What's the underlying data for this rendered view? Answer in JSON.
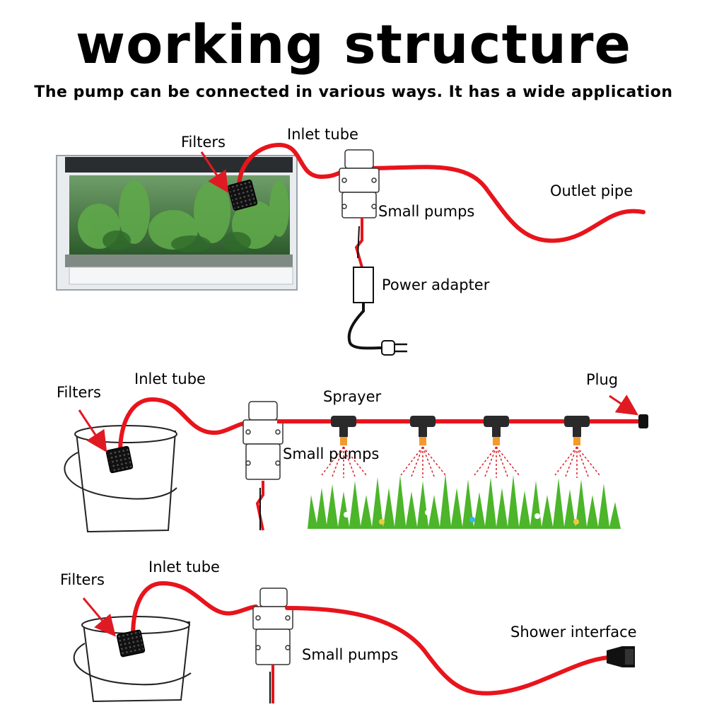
{
  "header": {
    "title": "working structure",
    "subtitle": "The pump can be connected in various ways. It has a wide application"
  },
  "section1": {
    "filters": "Filters",
    "inlet_tube": "Inlet tube",
    "outlet_pipe": "Outlet pipe",
    "small_pumps": "Small pumps",
    "power_adapter": "Power adapter"
  },
  "section2": {
    "filters": "Filters",
    "inlet_tube": "Inlet tube",
    "sprayer": "Sprayer",
    "plug": "Plug",
    "small_pumps": "Small pumps"
  },
  "section3": {
    "filters": "Filters",
    "inlet_tube": "Inlet tube",
    "small_pumps": "Small pumps",
    "shower_interface": "Shower interface"
  },
  "colors": {
    "tube": "#e8141c",
    "arrow": "#e01a22",
    "outline": "#222222",
    "grass": "#4cb52a",
    "nozzle": "#f29a2e",
    "aquarium_water": "#3f7a3a"
  }
}
